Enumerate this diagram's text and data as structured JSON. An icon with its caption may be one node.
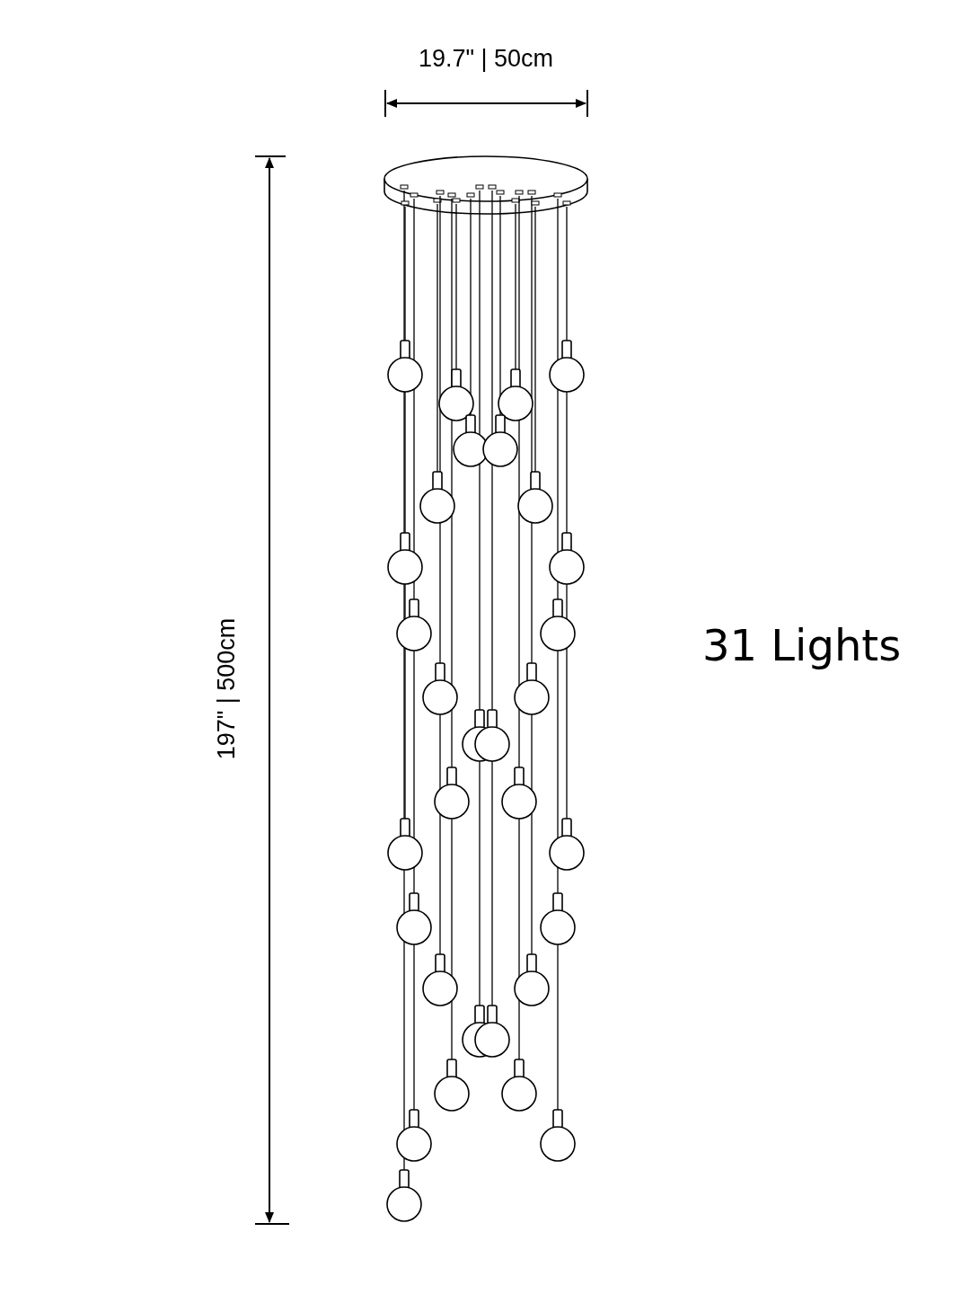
{
  "diagram": {
    "labels": [
      "19.7\" | 50cm",
      "197\" | 500cm",
      "31 Lights"
    ]
  }
}
